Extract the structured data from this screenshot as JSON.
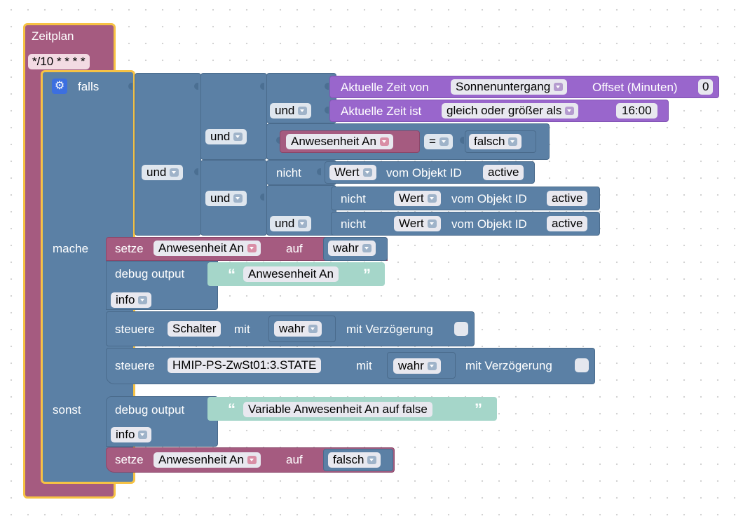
{
  "schedule": {
    "title": "Zeitplan",
    "cron": "*/10 * * * *"
  },
  "if_block": {
    "falls": "falls",
    "mache": "mache",
    "sonst": "sonst"
  },
  "cond": {
    "sunset_text": "Aktuelle Zeit von",
    "sunset_option": "Sonnenuntergang",
    "offset_label": "Offset (Minuten)",
    "offset_value": "0",
    "and_1": "und",
    "time_text": "Aktuelle Zeit ist",
    "time_op": "gleich oder größer als",
    "time_value": "16:00",
    "and_2": "und",
    "var_name": "Anwesenheit An",
    "compare_op": "=",
    "false_value": "falsch",
    "and_3": "und",
    "not_1": "nicht",
    "wert_1": "Wert",
    "obj_text_1": "vom Objekt ID",
    "obj_id_1": "active",
    "and_4": "und",
    "not_2": "nicht",
    "wert_2": "Wert",
    "obj_text_2": "vom Objekt ID",
    "obj_id_2": "active",
    "and_5": "und",
    "not_3": "nicht",
    "wert_3": "Wert",
    "obj_text_3": "vom Objekt ID",
    "obj_id_3": "active"
  },
  "do": {
    "set_label": "setze",
    "set_var": "Anwesenheit An",
    "set_auf": "auf",
    "set_value": "wahr",
    "debug_label": "debug output",
    "debug_text": "Anwesenheit An",
    "debug_level": "info",
    "control1_label": "steuere",
    "control1_target": "Schalter",
    "control1_mit": "mit",
    "control1_value": "wahr",
    "control1_delay": "mit Verzögerung",
    "control2_label": "steuere",
    "control2_target": "HMIP-PS-ZwSt01:3.STATE",
    "control2_mit": "mit",
    "control2_value": "wahr",
    "control2_delay": "mit Verzögerung"
  },
  "else": {
    "debug_label": "debug output",
    "debug_text": "Variable Anwesenheit An auf false",
    "debug_level": "info",
    "set_label": "setze",
    "set_var": "Anwesenheit An",
    "set_auf": "auf",
    "set_value": "falsch"
  },
  "colors": {
    "logic_blue": "#5b80a5",
    "schedule_rose": "#a55b80",
    "time_purple": "#9966cc",
    "text_green": "#a5d6c9",
    "selection_yellow": "#fbc531"
  }
}
